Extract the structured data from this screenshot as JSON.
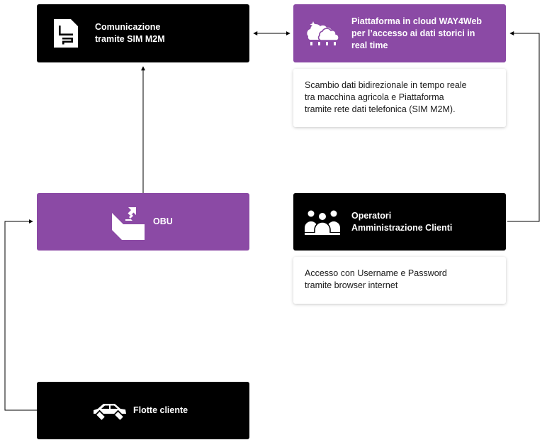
{
  "nodes": {
    "sim": {
      "label": "Comunicazione\ntramite SIM M2M",
      "icon": "sim-card-icon"
    },
    "cloud": {
      "label": "Piattaforma in cloud WAY4Web\nper l’accesso ai dati storici in\nreal time",
      "icon": "cloud-icon"
    },
    "obu": {
      "label": "OBU",
      "icon": "device-signal-icon"
    },
    "operators": {
      "label": "Operatori\nAmministrazione Clienti",
      "icon": "people-group-icon"
    },
    "fleet": {
      "label": "Flotte cliente",
      "icon": "car-icon"
    }
  },
  "notes": {
    "cloud": "Scambio dati bidirezionale in tempo reale\ntra macchina agricola e Piattaforma\ntramite rete dati telefonica (SIM M2M).",
    "operators": "Accesso con Username e Password\ntramite browser internet"
  },
  "colors": {
    "dark_node": "#000000",
    "purple_node": "#8b4aa5",
    "connector": "#000000"
  }
}
